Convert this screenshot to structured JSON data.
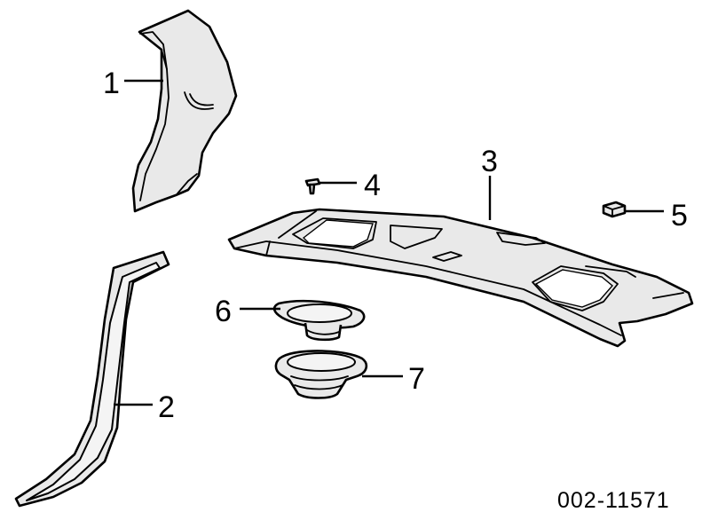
{
  "diagram": {
    "callouts": {
      "c1": "1",
      "c2": "2",
      "c3": "3",
      "c4": "4",
      "c5": "5",
      "c6": "6",
      "c7": "7"
    },
    "reference_code": "002-11571"
  }
}
